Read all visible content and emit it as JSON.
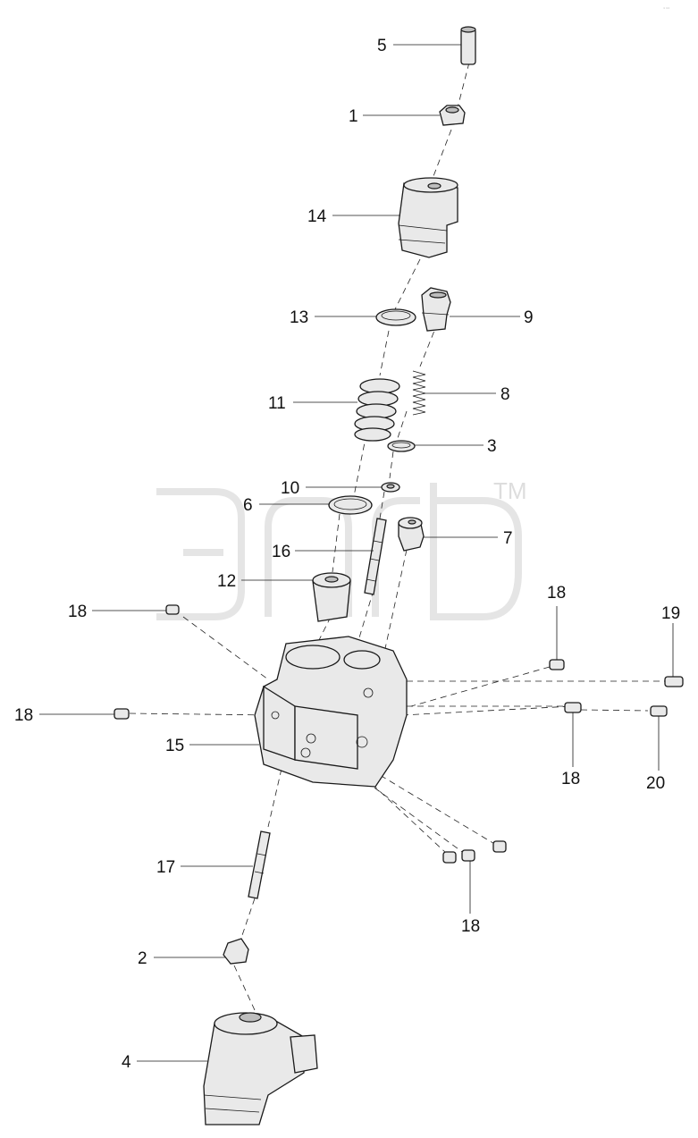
{
  "corner_tag": "∝ ∝∝",
  "watermark": {
    "tm": "TM"
  },
  "labels": [
    {
      "id": "5",
      "text": "5"
    },
    {
      "id": "1",
      "text": "1"
    },
    {
      "id": "14",
      "text": "14"
    },
    {
      "id": "13",
      "text": "13"
    },
    {
      "id": "9",
      "text": "9"
    },
    {
      "id": "11",
      "text": "11"
    },
    {
      "id": "8",
      "text": "8"
    },
    {
      "id": "3",
      "text": "3"
    },
    {
      "id": "10",
      "text": "10"
    },
    {
      "id": "6",
      "text": "6"
    },
    {
      "id": "7",
      "text": "7"
    },
    {
      "id": "16",
      "text": "16"
    },
    {
      "id": "12",
      "text": "12"
    },
    {
      "id": "18a",
      "text": "18"
    },
    {
      "id": "18b",
      "text": "18"
    },
    {
      "id": "19",
      "text": "19"
    },
    {
      "id": "18c",
      "text": "18"
    },
    {
      "id": "15",
      "text": "15"
    },
    {
      "id": "18d",
      "text": "18"
    },
    {
      "id": "20",
      "text": "20"
    },
    {
      "id": "17",
      "text": "17"
    },
    {
      "id": "18e",
      "text": "18"
    },
    {
      "id": "2",
      "text": "2"
    },
    {
      "id": "4",
      "text": "4"
    }
  ]
}
